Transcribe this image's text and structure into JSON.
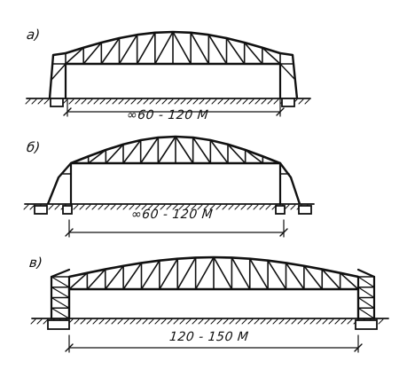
{
  "figure": {
    "panels": [
      {
        "label": "а)",
        "span": "∞60 - 120 М"
      },
      {
        "label": "б)",
        "span": "∞60 - 120 М"
      },
      {
        "label": "в)",
        "span": "120 - 150 М"
      }
    ]
  }
}
